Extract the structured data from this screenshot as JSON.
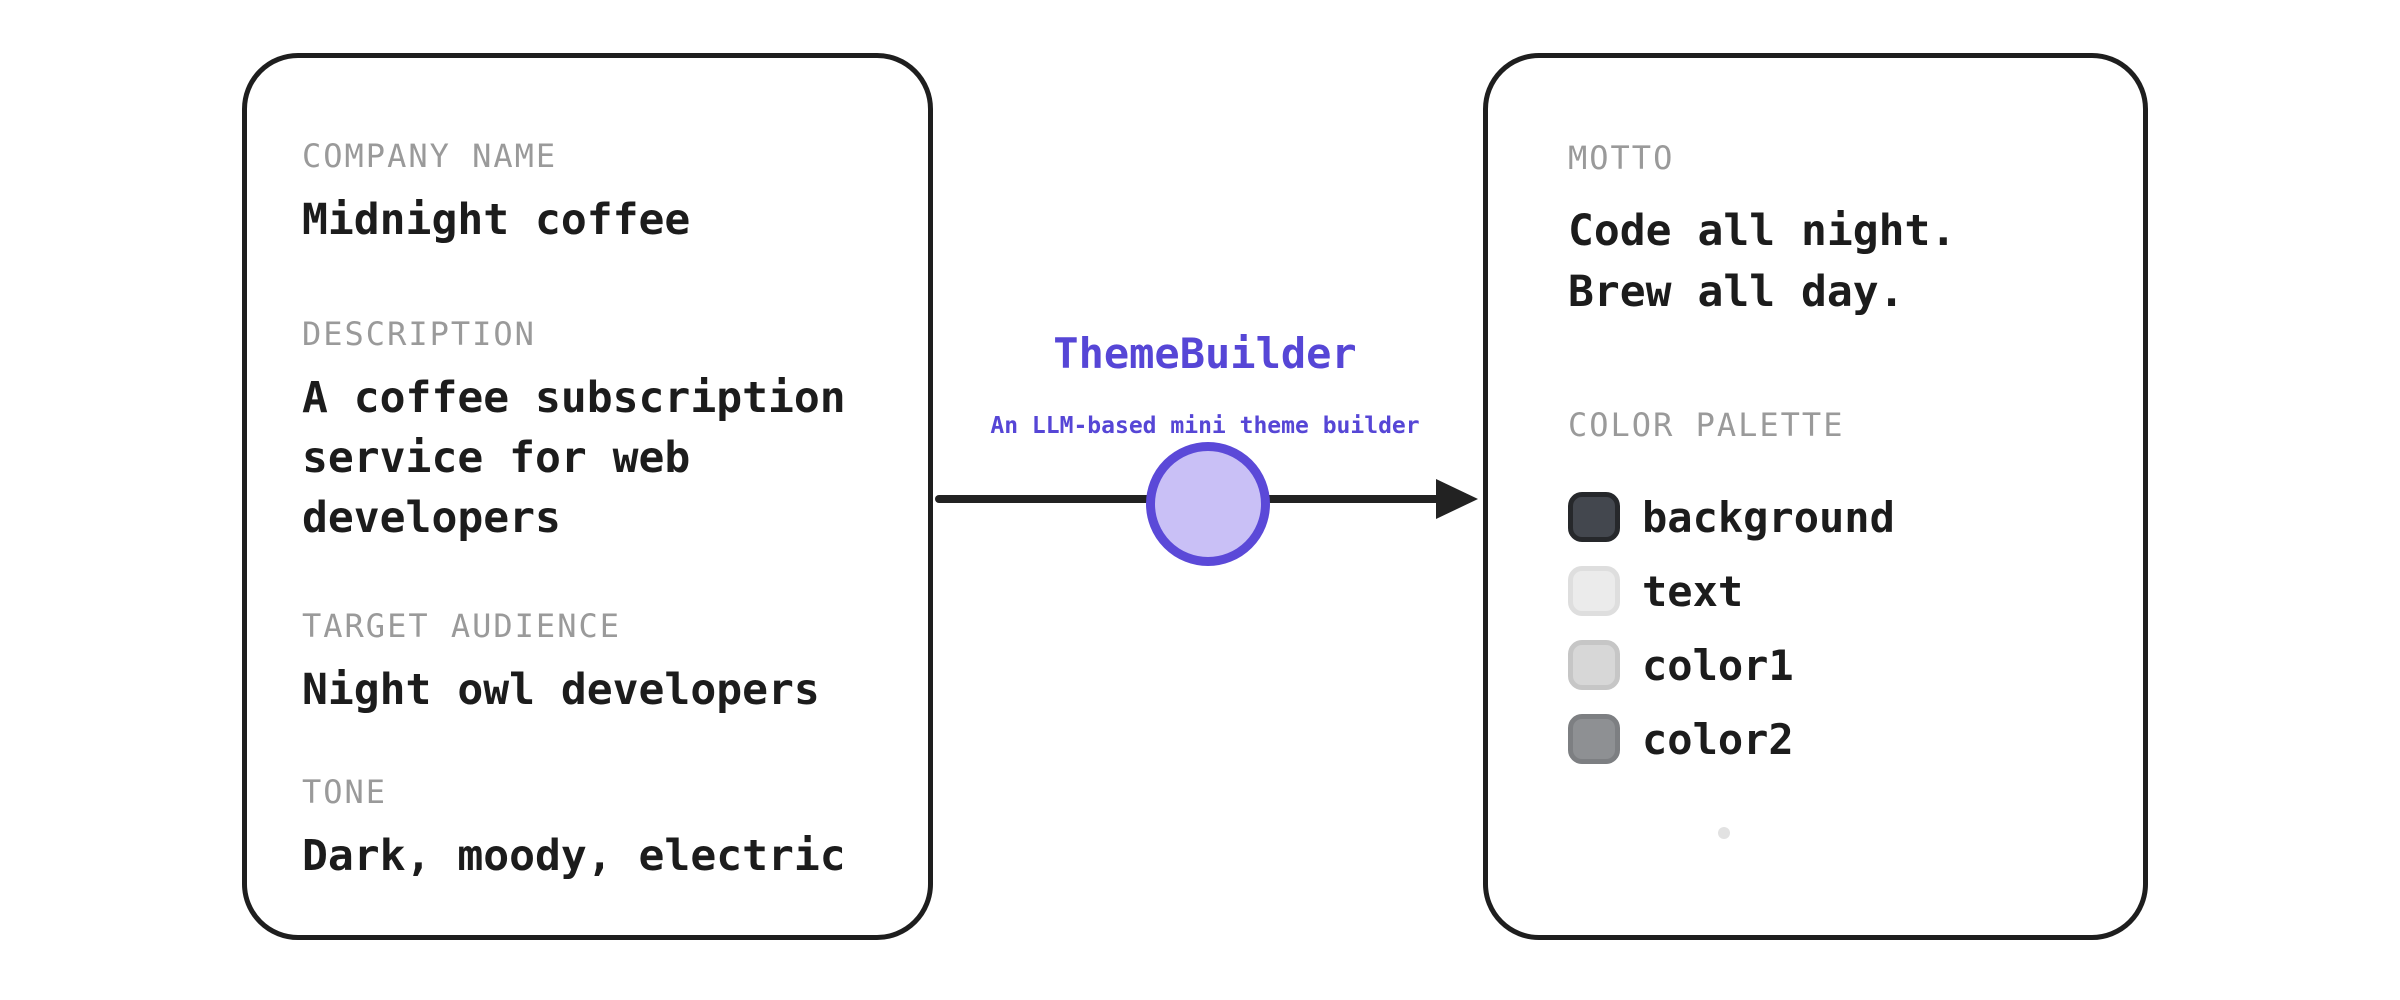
{
  "input_card": {
    "fields": [
      {
        "label": "COMPANY NAME",
        "value": "Midnight coffee"
      },
      {
        "label": "DESCRIPTION",
        "value": "A coffee subscription service for web developers"
      },
      {
        "label": "TARGET AUDIENCE",
        "value": "Night owl developers"
      },
      {
        "label": "TONE",
        "value": "Dark, moody, electric"
      }
    ]
  },
  "builder": {
    "title": "ThemeBuilder",
    "subtitle": "An LLM-based mini theme builder",
    "accent": "#5646d6",
    "node_fill": "#c9c0f6",
    "node_stroke": "#5b49d8"
  },
  "output_card": {
    "motto_label": "MOTTO",
    "motto_lines": [
      "Code all night.",
      "Brew all day."
    ],
    "palette_label": "COLOR PALETTE",
    "palette": [
      {
        "name": "background",
        "fill": "#43474e",
        "border": "#26282b"
      },
      {
        "name": "text",
        "fill": "#ebebeb",
        "border": "#dedede"
      },
      {
        "name": "color1",
        "fill": "#d7d7d7",
        "border": "#c6c6c6"
      },
      {
        "name": "color2",
        "fill": "#8e9093",
        "border": "#7d7f82"
      }
    ]
  }
}
